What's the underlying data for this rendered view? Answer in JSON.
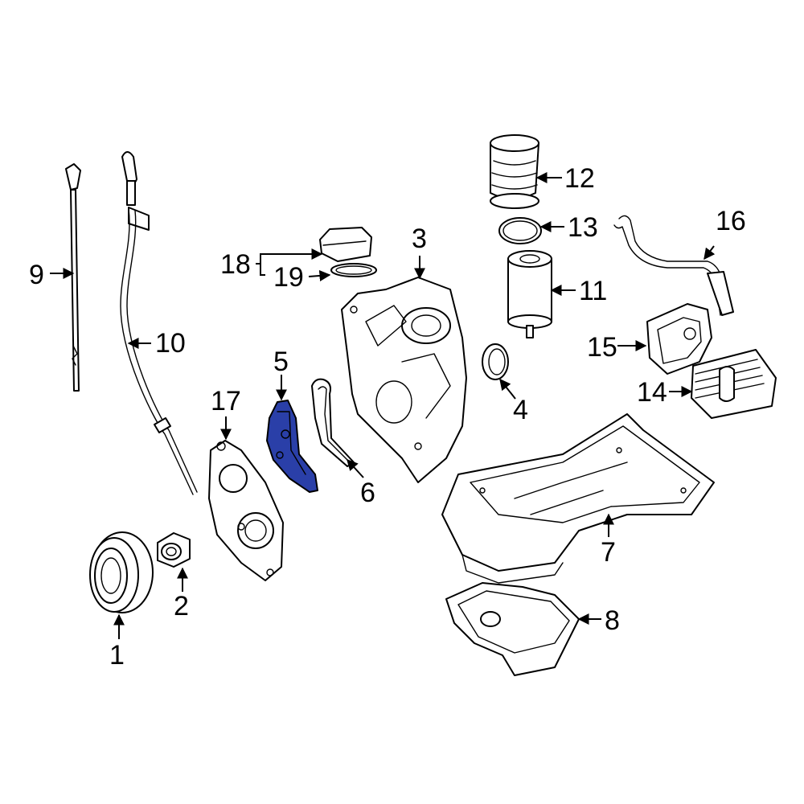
{
  "highlight_color": "#2a3fa8",
  "callouts": {
    "c1": "1",
    "c2": "2",
    "c3": "3",
    "c4": "4",
    "c5": "5",
    "c6": "6",
    "c7": "7",
    "c8": "8",
    "c9": "9",
    "c10": "10",
    "c11": "11",
    "c12": "12",
    "c13": "13",
    "c14": "14",
    "c15": "15",
    "c16": "16",
    "c17": "17",
    "c18": "18",
    "c19": "19"
  },
  "highlighted_part": "5"
}
